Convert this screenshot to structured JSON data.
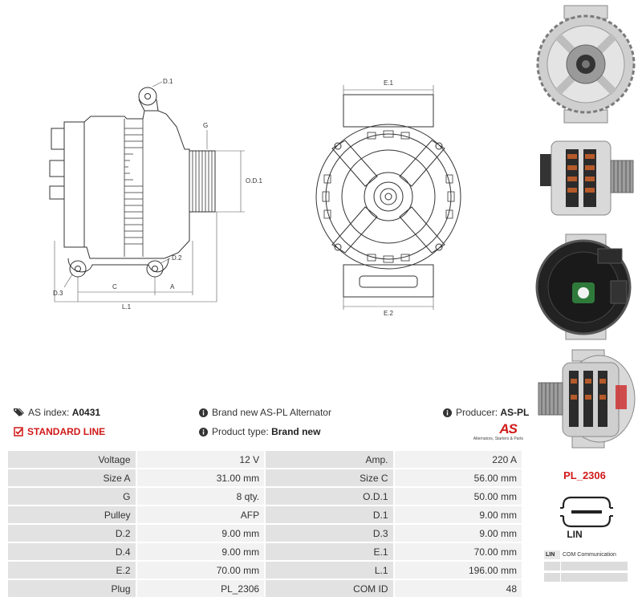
{
  "diagram": {
    "labels": {
      "d1": "D.1",
      "g": "G",
      "od1": "O.D.1",
      "d2": "D.2",
      "d3": "D.3",
      "c": "C",
      "a": "A",
      "l1": "L.1",
      "e1": "E.1",
      "e2": "E.2"
    }
  },
  "photos": [
    {
      "view": "front-view"
    },
    {
      "view": "side-view"
    },
    {
      "view": "rear-view"
    },
    {
      "view": "angle-view"
    }
  ],
  "info": {
    "as_index_label": "AS index:",
    "as_index_value": "A0431",
    "standard_line": "STANDARD LINE",
    "brand_text": "Brand new AS-PL Alternator",
    "product_type_label": "Product type:",
    "product_type_value": "Brand new",
    "producer_label": "Producer:",
    "producer_value": "AS-PL",
    "logo_mark": "AS",
    "logo_tagline": "Alternators, Starters & Parts"
  },
  "specs": [
    [
      "Voltage",
      "12 V",
      "Amp.",
      "220 A"
    ],
    [
      "Size A",
      "31.00 mm",
      "Size C",
      "56.00 mm"
    ],
    [
      "G",
      "8 qty.",
      "O.D.1",
      "50.00 mm"
    ],
    [
      "Pulley",
      "AFP",
      "D.1",
      "9.00 mm"
    ],
    [
      "D.2",
      "9.00 mm",
      "D.3",
      "9.00 mm"
    ],
    [
      "D.4",
      "9.00 mm",
      "E.1",
      "70.00 mm"
    ],
    [
      "E.2",
      "70.00 mm",
      "L.1",
      "196.00 mm"
    ],
    [
      "Plug",
      "PL_2306",
      "COM ID",
      "48"
    ]
  ],
  "part": {
    "code": "PL_2306",
    "plug_name": "LIN",
    "comm_rows": [
      {
        "code": "LIN",
        "desc": "COM Communication"
      },
      {
        "code": "",
        "desc": ""
      },
      {
        "code": "",
        "desc": ""
      }
    ]
  },
  "colors": {
    "accent_red": "#d01919",
    "label_bg": "#e2e2e2",
    "value_bg": "#f2f2f2"
  }
}
